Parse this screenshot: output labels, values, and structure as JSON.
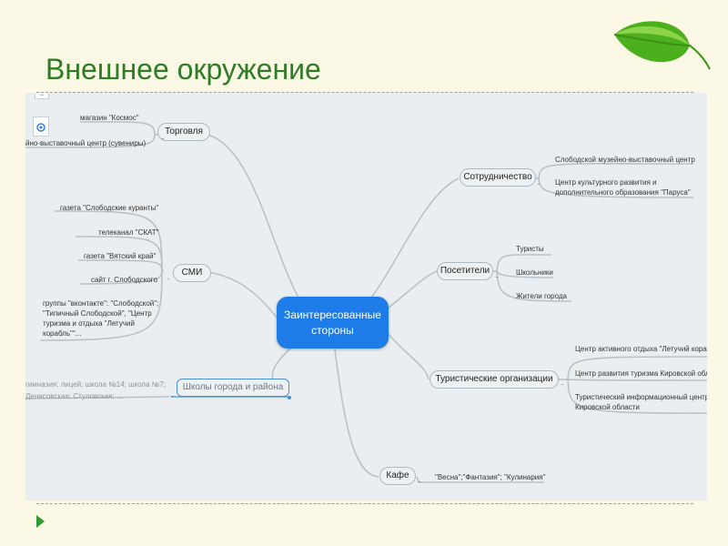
{
  "slide": {
    "title": "Внешнее окружение"
  },
  "map": {
    "central": "Заинтересованные стороны",
    "torgovlya": {
      "label": "Торговля",
      "items": [
        "магазин \"Космос\"",
        "йно-выставочный центр (сувениры)"
      ]
    },
    "smi": {
      "label": "СМИ",
      "items": [
        "газета \"Слободские куранты\"",
        "телеканал \"СКАТ\"",
        "газета \"Вятский край\"",
        "сайт г. Слободского",
        "группы \"вконтакте\": \"Слободской\";",
        "\"Типичный Слободской\", \"Центр",
        "туризма и отдыха \"Летучий",
        "корабль\"\"..."
      ]
    },
    "shkoly": {
      "label": "Школы  города и района",
      "items": [
        "гимназия; лицей; школа №14; школа №7;",
        "Денисовская; Стуловская; ..."
      ]
    },
    "sotrudnichestvo": {
      "label": "Сотрудничество",
      "items": [
        "Слободской музейно-выставочный центр",
        "Центр культурного развития и",
        "дополнительного образования \"Паруса\""
      ]
    },
    "posetiteli": {
      "label": "Посетители",
      "items": [
        "Туристы",
        "Школьники",
        "Жители города"
      ]
    },
    "turorg": {
      "label": "Туристические организации",
      "items": [
        "Центр активного отдыха \"Летучий корабл",
        "Центр развития туризма Кировской обла",
        "Туристический информационный центр",
        "Кировской области"
      ]
    },
    "kafe": {
      "label": "Кафе",
      "items": [
        "\"Весна\";\"Фантазия\"; \"Кулинария\""
      ]
    },
    "collapse_glyph": "−",
    "tool_glyph": "−"
  },
  "colors": {
    "title": "#2e7d24",
    "central": "#1e7ce8",
    "links": "#b9c2c9",
    "highlight": "#4b8fd8"
  }
}
